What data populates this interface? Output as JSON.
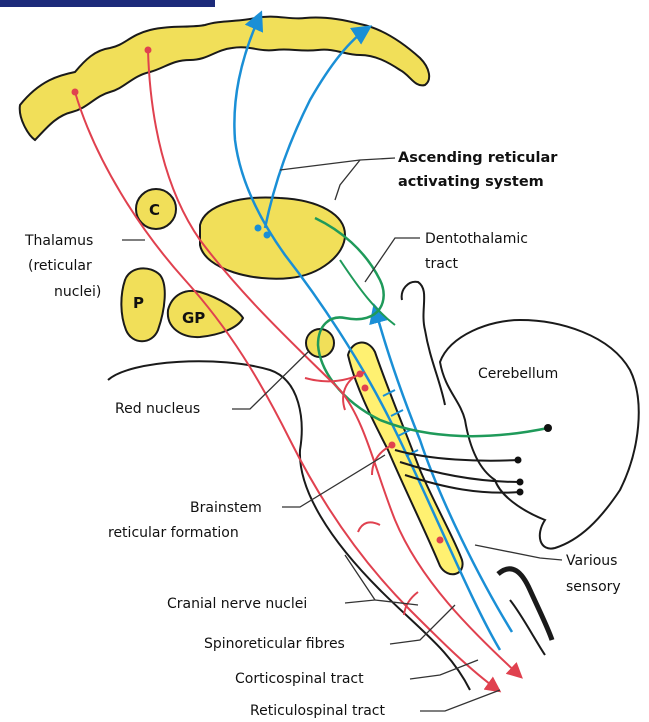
{
  "colors": {
    "structure_fill": "#f1df59",
    "structure_stroke": "#1a1a1a",
    "ascending_pathway": "#1a8fd6",
    "descending_pathway": "#e0414f",
    "dentothalamic_pathway": "#1f9a5a",
    "brainstem_fill": "#fff171",
    "header_bar": "#1c2a7a"
  },
  "structures": {
    "caudate": "C",
    "putamen": "P",
    "globus_pallidus": "GP"
  },
  "labels": {
    "aras_line1": "Ascending reticular",
    "aras_line2": "activating system",
    "thalamus_line1": "Thalamus",
    "thalamus_line2": "(reticular",
    "thalamus_line3": "nuclei)",
    "dentothalamic_line1": "Dentothalamic",
    "dentothalamic_line2": "tract",
    "cerebellum": "Cerebellum",
    "red_nucleus": "Red nucleus",
    "brainstem_line1": "Brainstem",
    "brainstem_line2": "reticular formation",
    "various_sensory_line1": "Various",
    "various_sensory_line2": "sensory",
    "cranial_nerve_nuclei": "Cranial nerve nuclei",
    "spinoreticular": "Spinoreticular fibres",
    "corticospinal": "Corticospinal tract",
    "reticulospinal": "Reticulospinal tract"
  }
}
